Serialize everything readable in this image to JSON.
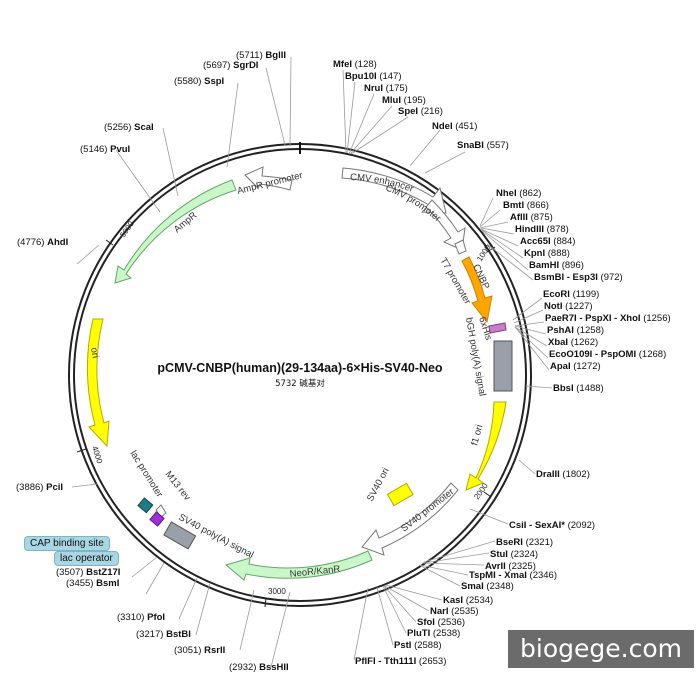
{
  "title": "pCMV-CNBP(human)(29-134aa)-6×His-SV40-Neo",
  "subtitle": "5732 碱基对",
  "watermark": "biogege.com",
  "badges": {
    "cap": "CAP binding site",
    "lac": "lac operator"
  },
  "ticks": [
    "1000",
    "2000",
    "3000",
    "4000",
    "5000"
  ],
  "sites": [
    {
      "pos": "(128)",
      "name": "MfeI"
    },
    {
      "pos": "(147)",
      "name": "Bpu10I"
    },
    {
      "pos": "(175)",
      "name": "NruI"
    },
    {
      "pos": "(195)",
      "name": "MluI"
    },
    {
      "pos": "(216)",
      "name": "SpeI"
    },
    {
      "pos": "(451)",
      "name": "NdeI"
    },
    {
      "pos": "(557)",
      "name": "SnaBI"
    },
    {
      "pos": "(862)",
      "name": "NheI"
    },
    {
      "pos": "(866)",
      "name": "BmtI"
    },
    {
      "pos": "(875)",
      "name": "AflII"
    },
    {
      "pos": "(878)",
      "name": "HindIII"
    },
    {
      "pos": "(884)",
      "name": "Acc65I"
    },
    {
      "pos": "(888)",
      "name": "KpnI"
    },
    {
      "pos": "(896)",
      "name": "BamHI"
    },
    {
      "pos": "(972)",
      "name": "BsmBI - Esp3I"
    },
    {
      "pos": "(1199)",
      "name": "EcoRI"
    },
    {
      "pos": "(1227)",
      "name": "NotI"
    },
    {
      "pos": "(1256)",
      "name": "PaeR7I - PspXI - XhoI"
    },
    {
      "pos": "(1258)",
      "name": "PshAI"
    },
    {
      "pos": "(1262)",
      "name": "XbaI"
    },
    {
      "pos": "(1268)",
      "name": "EcoO109I - PspOMI"
    },
    {
      "pos": "(1272)",
      "name": "ApaI"
    },
    {
      "pos": "(1488)",
      "name": "BbsI"
    },
    {
      "pos": "(1802)",
      "name": "DraIII"
    },
    {
      "pos": "(2092)",
      "name": "CsiI - SexAI*"
    },
    {
      "pos": "(2321)",
      "name": "BseRI"
    },
    {
      "pos": "(2324)",
      "name": "StuI"
    },
    {
      "pos": "(2325)",
      "name": "AvrII"
    },
    {
      "pos": "(2346)",
      "name": "TspMI - XmaI"
    },
    {
      "pos": "(2348)",
      "name": "SmaI"
    },
    {
      "pos": "(2534)",
      "name": "KasI"
    },
    {
      "pos": "(2535)",
      "name": "NarI"
    },
    {
      "pos": "(2536)",
      "name": "SfoI"
    },
    {
      "pos": "(2538)",
      "name": "PluTI"
    },
    {
      "pos": "(2588)",
      "name": "PstI"
    },
    {
      "pos": "(2653)",
      "name": "PflFI - Tth111I"
    },
    {
      "pos": "(2932)",
      "name": "BssHII"
    },
    {
      "pos": "(3051)",
      "name": "RsrII"
    },
    {
      "pos": "(3217)",
      "name": "BstBI"
    },
    {
      "pos": "(3310)",
      "name": "PfoI"
    },
    {
      "pos": "(3455)",
      "name": "BsmI"
    },
    {
      "pos": "(3507)",
      "name": "BstZ17I"
    },
    {
      "pos": "(3886)",
      "name": "PciI"
    },
    {
      "pos": "(4776)",
      "name": "AhdI"
    },
    {
      "pos": "(5146)",
      "name": "PvuI"
    },
    {
      "pos": "(5256)",
      "name": "ScaI"
    },
    {
      "pos": "(5580)",
      "name": "SspI"
    },
    {
      "pos": "(5697)",
      "name": "SgrDI"
    },
    {
      "pos": "(5711)",
      "name": "BglII"
    }
  ],
  "features": [
    {
      "label": "CMV enhancer",
      "color": "#ffffff"
    },
    {
      "label": "CMV promoter",
      "color": "#ffffff"
    },
    {
      "label": "T7 promoter",
      "color": "#ffffff"
    },
    {
      "label": "CNBP",
      "color": "#ffa500"
    },
    {
      "label": "6xHis",
      "color": "#c87ec8"
    },
    {
      "label": "bGH poly(A) signal",
      "color": "#9aa0aa"
    },
    {
      "label": "f1 ori",
      "color": "#ffff00"
    },
    {
      "label": "SV40 promoter",
      "color": "#ffffff"
    },
    {
      "label": "SV40 ori",
      "color": "#ffff00"
    },
    {
      "label": "NeoR/KanR",
      "color": "#c9f7c9"
    },
    {
      "label": "SV40 poly(A) signal",
      "color": "#9aa0aa"
    },
    {
      "label": "M13 rev",
      "color": "#ffffff"
    },
    {
      "label": "lac promoter",
      "color": "#ffffff"
    },
    {
      "label": "ori",
      "color": "#ffff00"
    },
    {
      "label": "AmpR",
      "color": "#c9f7c9"
    },
    {
      "label": "AmpR promoter",
      "color": "#ffffff"
    }
  ]
}
